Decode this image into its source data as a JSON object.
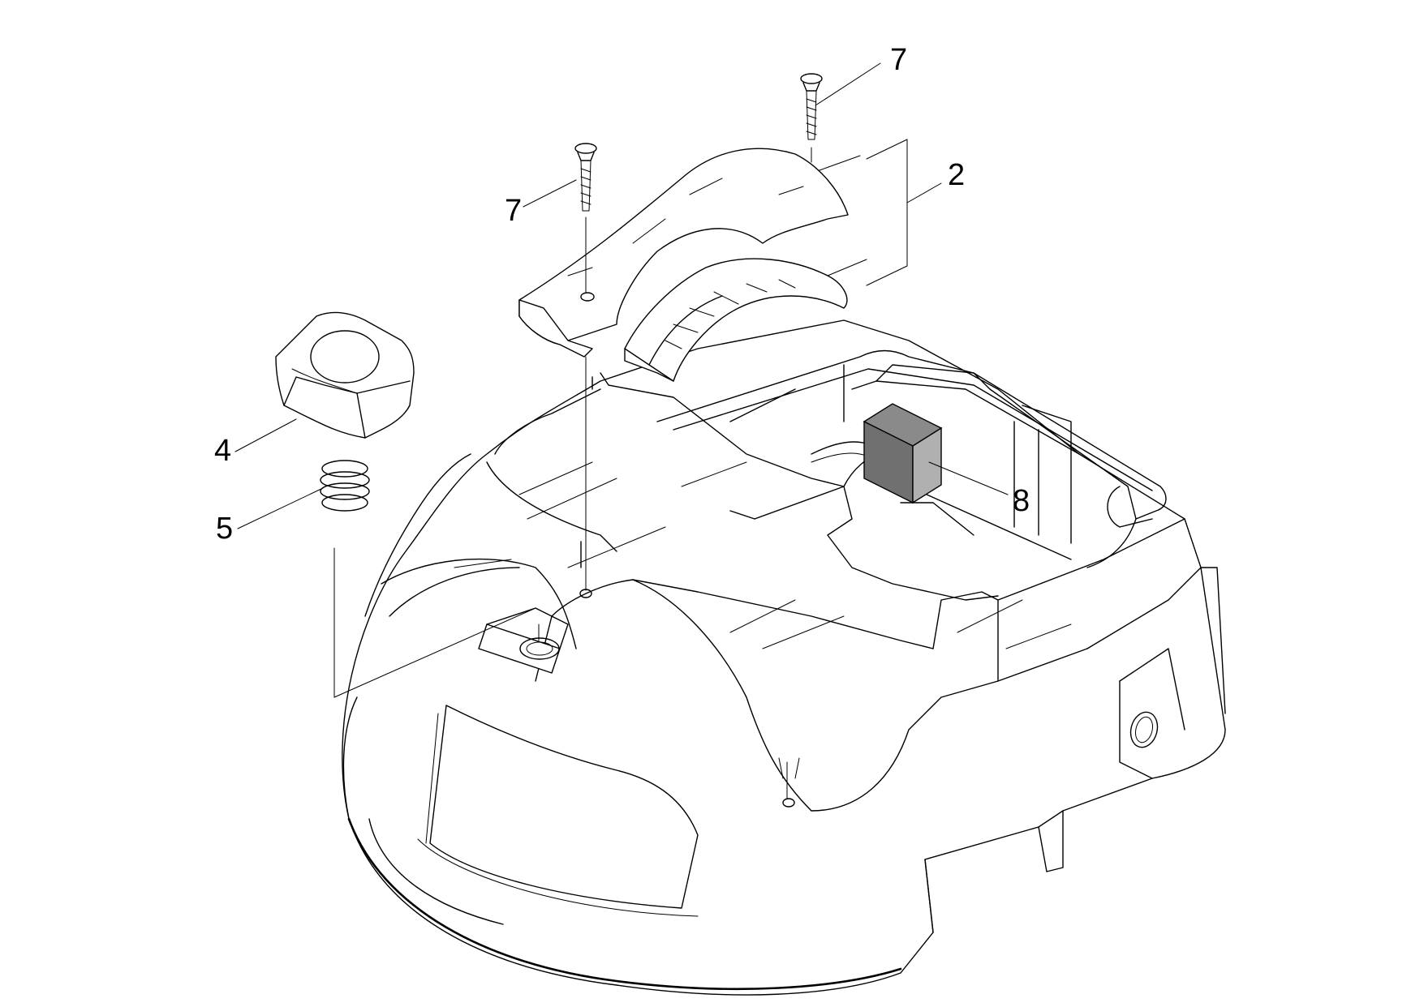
{
  "diagram": {
    "callouts": [
      {
        "id": "screw-top-right",
        "label": "7"
      },
      {
        "id": "screw-left",
        "label": "7"
      },
      {
        "id": "handle",
        "label": "2"
      },
      {
        "id": "knob-cap",
        "label": "4"
      },
      {
        "id": "spring",
        "label": "5"
      },
      {
        "id": "module-box",
        "label": "8"
      }
    ]
  }
}
